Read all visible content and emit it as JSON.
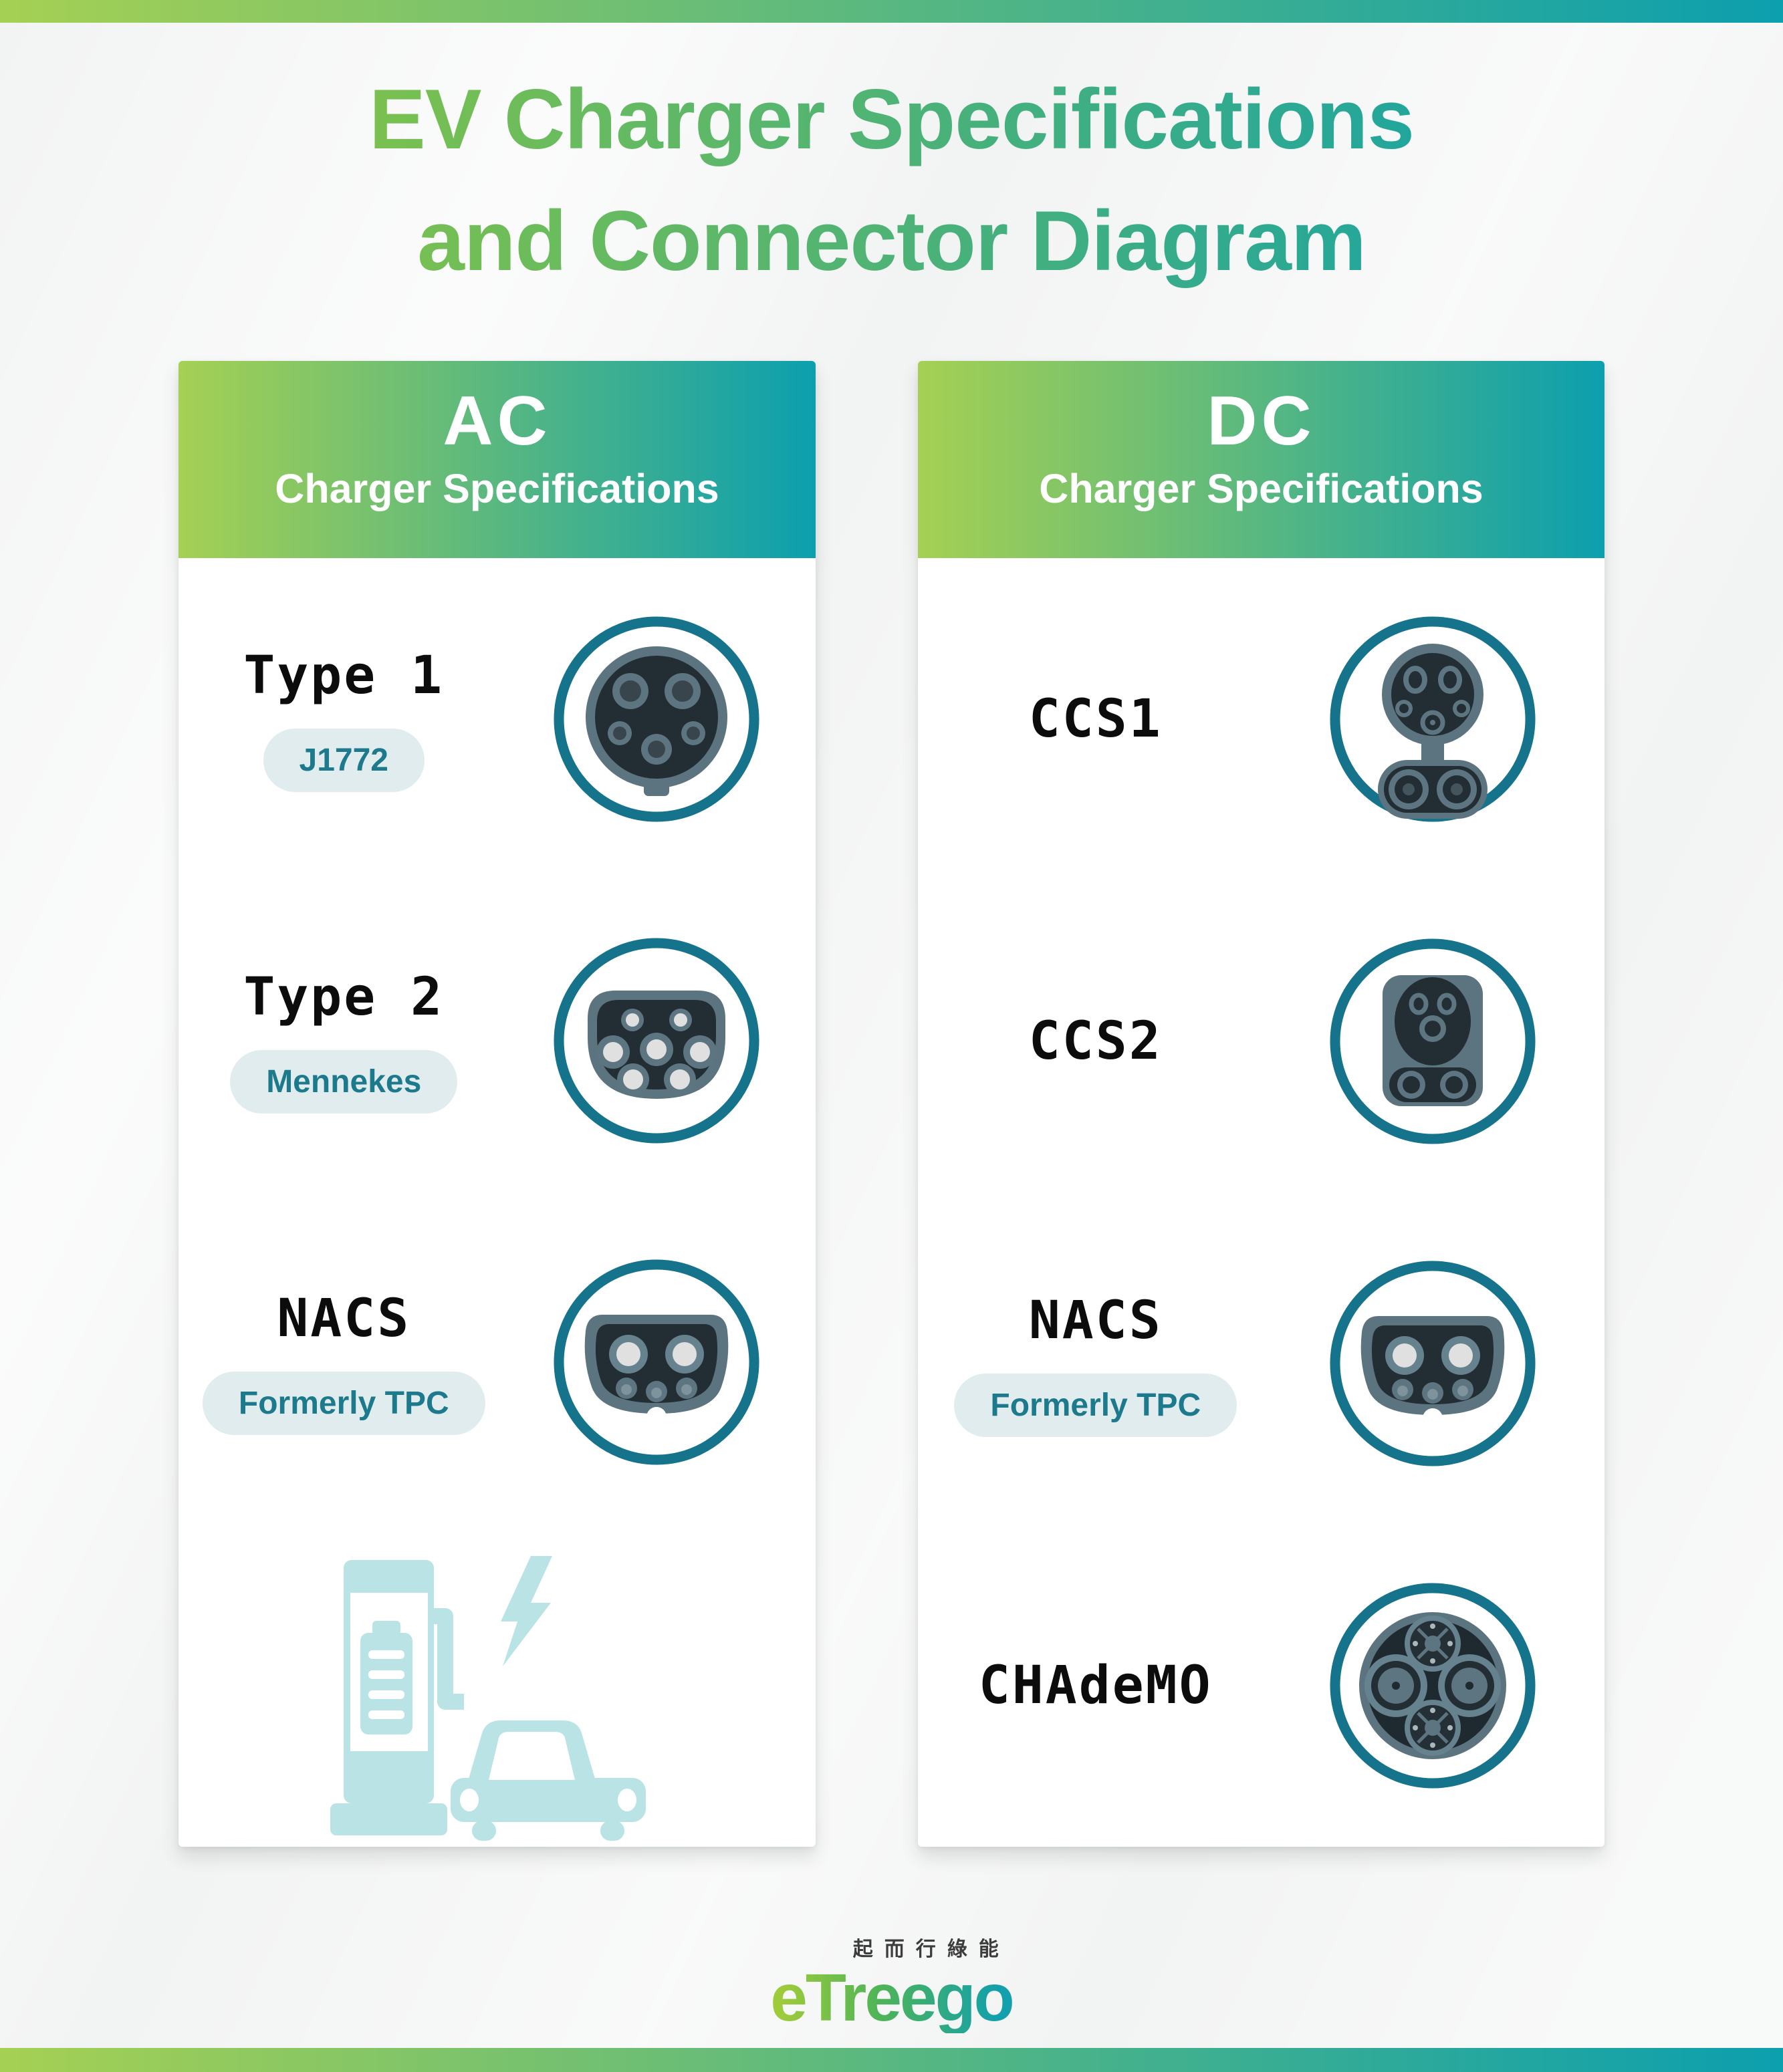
{
  "header": {
    "title_line1": "EV Charger Specifications",
    "title_line2": "and Connector Diagram"
  },
  "ac_card": {
    "title": "AC",
    "subtitle": "Charger Specifications",
    "rows": [
      {
        "label": "Type 1",
        "pill": "J1772",
        "icon": "type1-connector"
      },
      {
        "label": "Type 2",
        "pill": "Mennekes",
        "icon": "type2-connector"
      },
      {
        "label": "NACS",
        "pill": "Formerly TPC",
        "icon": "nacs-connector"
      }
    ],
    "illustration": "ev-charging-station-with-car"
  },
  "dc_card": {
    "title": "DC",
    "subtitle": "Charger Specifications",
    "rows": [
      {
        "label": "CCS1",
        "pill": null,
        "icon": "ccs1-connector"
      },
      {
        "label": "CCS2",
        "pill": null,
        "icon": "ccs2-connector"
      },
      {
        "label": "NACS",
        "pill": "Formerly TPC",
        "icon": "nacs-connector"
      },
      {
        "label": "CHAdeMO",
        "pill": null,
        "icon": "chademo-connector"
      }
    ]
  },
  "footer": {
    "logo_text": "eTreego",
    "tagline": "起而行綠能"
  },
  "colors": {
    "gradient_start": "#a5d053",
    "gradient_end": "#0c9fae",
    "title_gradient_start": "#8dc63f",
    "title_gradient_end": "#0fa0ac",
    "ring": "#15738c",
    "plug": "#5c747f",
    "plug_dark": "#222d34",
    "pin_ring": "#5d7580",
    "pin_light": "#dfe0df",
    "pill_bg": "#e1ecef",
    "pill_text": "#1d7a8c",
    "label_color": "#0c0c0c",
    "illustration_teal": "#b9e3e4"
  }
}
